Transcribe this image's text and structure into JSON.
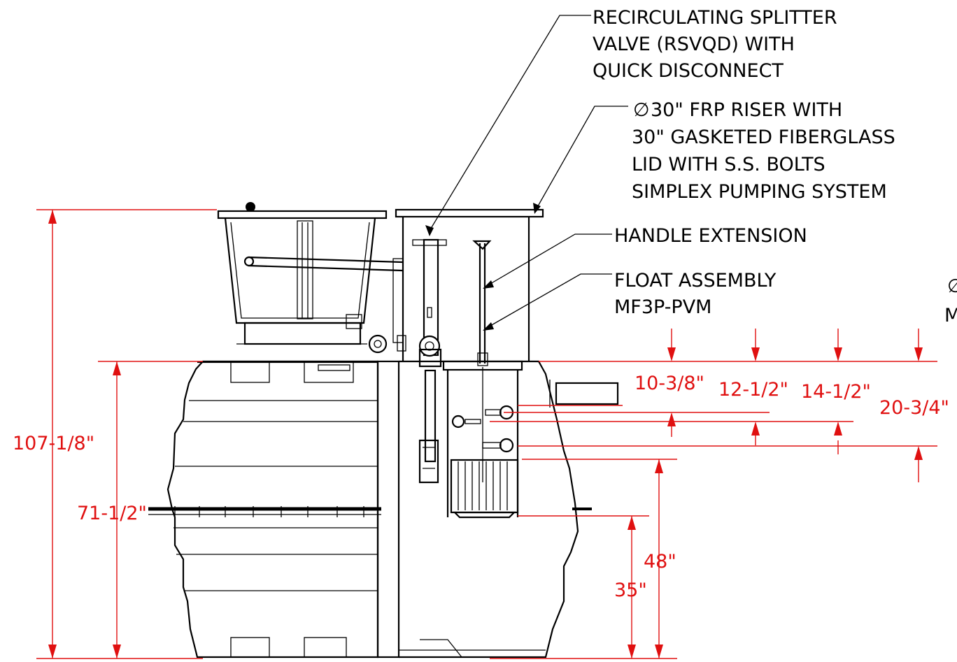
{
  "callouts": {
    "rsvqd": [
      "RECIRCULATING SPLITTER",
      "VALVE (RSVQD) WITH",
      "QUICK DISCONNECT"
    ],
    "riser": [
      "30\" FRP RISER WITH",
      "30\" GASKETED FIBERGLASS",
      "LID WITH S.S. BOLTS",
      "SIMPLEX PUMPING SYSTEM"
    ],
    "riser_symbol": "∅",
    "handle": "HANDLE EXTENSION",
    "float": [
      "FLOAT ASSEMBLY",
      "MF3P-PVM"
    ],
    "edge_fragment": [
      "∅",
      "M"
    ]
  },
  "dimensions": {
    "overall_height": "107-1/8\"",
    "tank_height": "71-1/2\"",
    "outlet_height": "48\"",
    "pump_height": "35\"",
    "float_1": "10-3/8\"",
    "float_2": "12-1/2\"",
    "float_3": "14-1/2\"",
    "float_4": "20-3/4\""
  },
  "colors": {
    "linework": "#000000",
    "dimension": "#e01010"
  }
}
